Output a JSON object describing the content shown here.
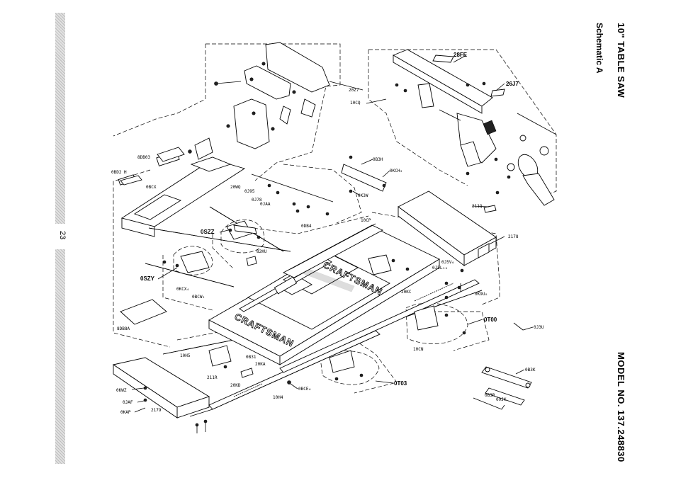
{
  "header": {
    "title": "10\" TABLE SAW",
    "subtitle": "Schematic A",
    "model": "MODEL NO. 137.248830",
    "page_number": "23"
  },
  "brand_text": "CRAFTSMAN",
  "part_labels": {
    "p28fe": "28FE",
    "p26j7": "26J7",
    "p20z7": "20Z7",
    "p10cq": "10CQ",
    "p8db03": "8DB03",
    "p0bd2": "0BD2 H",
    "p0bcx": "0BCX",
    "p0bgh": "0B3H",
    "p0kch": "0KCH₂",
    "p0k3w": "0K3W",
    "p20wq": "20WQ",
    "p0j95": "0J95",
    "p0j78": "0J78",
    "p0jaa": "0JAA",
    "p0db4": "0DB4",
    "p211q": "211Q",
    "p2178": "2178",
    "p10cp": "10CP",
    "p0szz": "0SZZ",
    "p82ku": "82KU",
    "p0szy": "0SZY",
    "p0kcx": "0KCX₄",
    "p0bcw": "0BCW₂",
    "p8db8a": "8DB8A",
    "p0j5v": "0J5V₆",
    "p0j5l": "0J5L₁₀",
    "p0k9u": "0K9U₈",
    "p20kc": "20KC",
    "p0t00": "0T00",
    "p0j3u": "0J3U",
    "p10cn": "10CN",
    "p10h5": "10H5",
    "p0b31": "0B31",
    "p20ka": "20KA",
    "p211r": "211R",
    "p20kd": "20KD",
    "p0bce": "0BCE₆",
    "p10h4": "10H4",
    "p0t03": "0T03",
    "p0b3k": "0B3K",
    "p0b3r": "0B3R",
    "p09jk": "09JK",
    "p0kwz": "0KWZ",
    "p0jaf": "0JAF",
    "p0kap": "0KAP",
    "p2179": "2179"
  }
}
